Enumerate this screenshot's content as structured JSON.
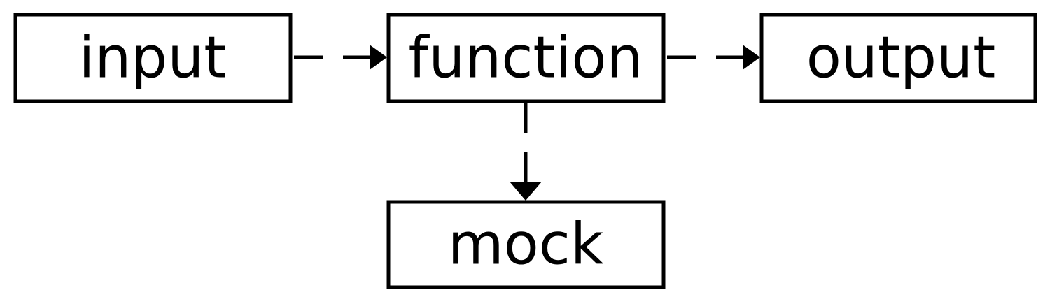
{
  "diagram": {
    "nodes": {
      "input": {
        "label": "input"
      },
      "function": {
        "label": "function"
      },
      "output": {
        "label": "output"
      },
      "mock": {
        "label": "mock"
      }
    },
    "edges": [
      {
        "from": "input",
        "to": "function",
        "style": "dashed"
      },
      {
        "from": "function",
        "to": "output",
        "style": "dashed"
      },
      {
        "from": "function",
        "to": "mock",
        "style": "dashed"
      }
    ],
    "colors": {
      "stroke": "#000000",
      "background": "#ffffff"
    }
  }
}
